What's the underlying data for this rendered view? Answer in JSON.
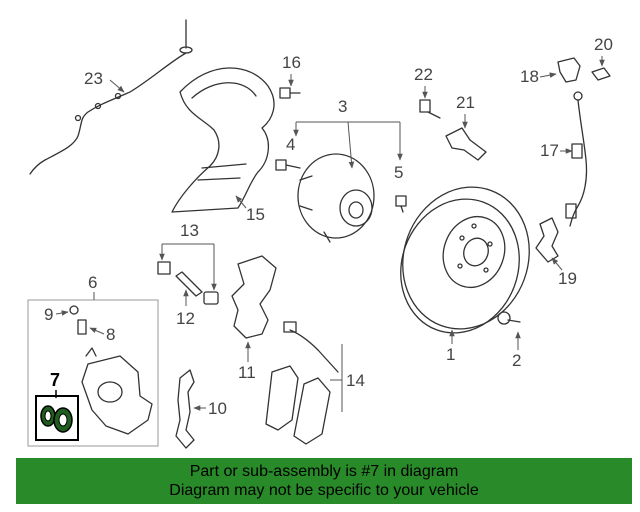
{
  "callouts": {
    "c1": "1",
    "c2": "2",
    "c3": "3",
    "c4": "4",
    "c5": "5",
    "c6": "6",
    "c7": "7",
    "c8": "8",
    "c9": "9",
    "c10": "10",
    "c11": "11",
    "c12": "12",
    "c13": "13",
    "c14": "14",
    "c15": "15",
    "c16": "16",
    "c17": "17",
    "c18": "18",
    "c19": "19",
    "c20": "20",
    "c21": "21",
    "c22": "22",
    "c23": "23"
  },
  "highlight_part": "7",
  "banner": {
    "line1": "Part or sub-assembly is #7 in diagram",
    "line2": "Diagram may not be specific to your vehicle",
    "color": "#298a29"
  },
  "colors": {
    "lines": "#333333",
    "callout_text": "#444444",
    "highlight_box": "#000000"
  }
}
